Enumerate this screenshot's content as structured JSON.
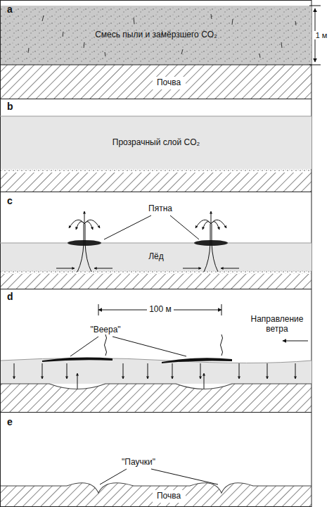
{
  "diagram": {
    "nodes": [
      {
        "text": [
          "Смесь пыли и замёрзшего CO₂"
        ]
      },
      {
        "text": [
          "Почва"
        ]
      },
      {
        "text": [
          "Прозрачный слой CO₂"
        ]
      },
      {
        "text": [
          "Лёд"
        ]
      },
      {
        "text": [
          "Почва"
        ]
      }
    ],
    "labels": [
      "a",
      "1 м",
      "b",
      "c",
      "Пятна",
      "d",
      "100 м",
      "Направление ветра",
      "\"Веера\"",
      "e",
      "\"Паучки\""
    ]
  }
}
